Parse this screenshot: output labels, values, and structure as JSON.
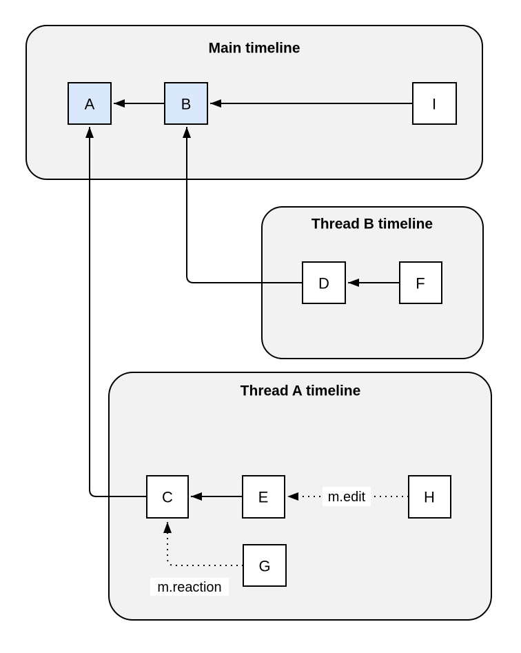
{
  "diagram": {
    "groups": [
      {
        "id": "main",
        "label": "Main timeline"
      },
      {
        "id": "thread-b",
        "label": "Thread B timeline"
      },
      {
        "id": "thread-a",
        "label": "Thread A timeline"
      }
    ],
    "nodes": [
      {
        "id": "A",
        "label": "A",
        "group": "Main timeline",
        "highlighted": true
      },
      {
        "id": "B",
        "label": "B",
        "group": "Main timeline",
        "highlighted": true
      },
      {
        "id": "I",
        "label": "I",
        "group": "Main timeline",
        "highlighted": false
      },
      {
        "id": "D",
        "label": "D",
        "group": "Thread B timeline",
        "highlighted": false
      },
      {
        "id": "F",
        "label": "F",
        "group": "Thread B timeline",
        "highlighted": false
      },
      {
        "id": "C",
        "label": "C",
        "group": "Thread A timeline",
        "highlighted": false
      },
      {
        "id": "E",
        "label": "E",
        "group": "Thread A timeline",
        "highlighted": false
      },
      {
        "id": "H",
        "label": "H",
        "group": "Thread A timeline",
        "highlighted": false
      },
      {
        "id": "G",
        "label": "G",
        "group": "Thread A timeline",
        "highlighted": false
      }
    ],
    "edges": [
      {
        "from": "B",
        "to": "A",
        "style": "solid",
        "label": ""
      },
      {
        "from": "I",
        "to": "B",
        "style": "solid",
        "label": ""
      },
      {
        "from": "D",
        "to": "B",
        "style": "solid",
        "label": ""
      },
      {
        "from": "F",
        "to": "D",
        "style": "solid",
        "label": ""
      },
      {
        "from": "C",
        "to": "A",
        "style": "solid",
        "label": ""
      },
      {
        "from": "E",
        "to": "C",
        "style": "solid",
        "label": ""
      },
      {
        "from": "H",
        "to": "E",
        "style": "dotted",
        "label": "m.edit"
      },
      {
        "from": "G",
        "to": "C",
        "style": "dotted",
        "label": "m.reaction"
      }
    ],
    "colors": {
      "group_fill": "#f2f2f2",
      "node_fill": "#ffffff",
      "node_highlight_fill": "#dae8fc",
      "stroke": "#000000",
      "label_bg": "#ffffff"
    }
  }
}
